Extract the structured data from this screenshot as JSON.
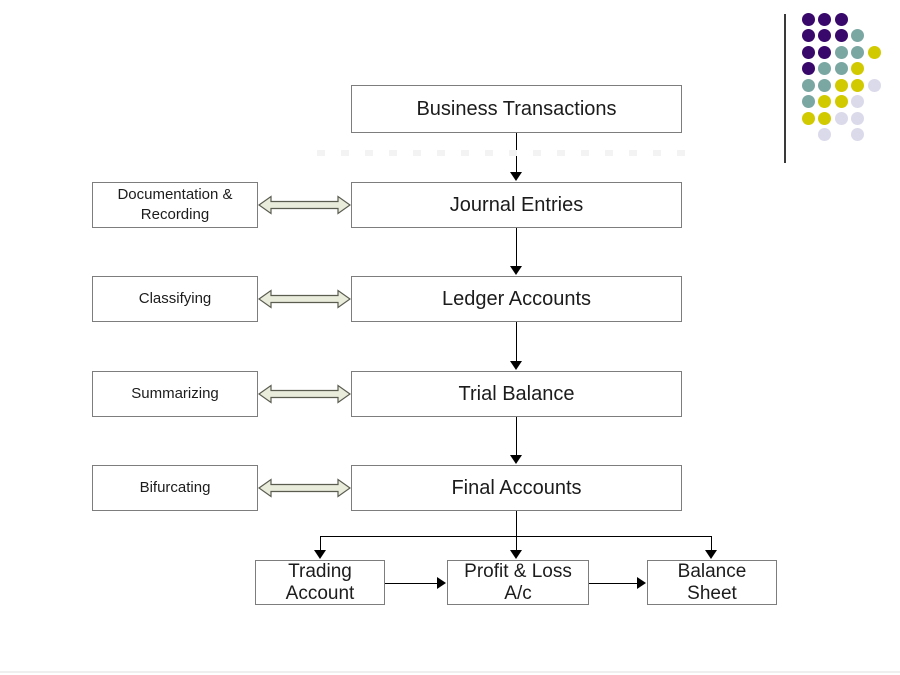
{
  "flow": {
    "main_boxes": [
      {
        "id": "business-transactions",
        "label": "Business Transactions"
      },
      {
        "id": "journal-entries",
        "label": "Journal Entries"
      },
      {
        "id": "ledger-accounts",
        "label": "Ledger Accounts"
      },
      {
        "id": "trial-balance",
        "label": "Trial Balance"
      },
      {
        "id": "final-accounts",
        "label": "Final Accounts"
      }
    ],
    "side_boxes": [
      {
        "id": "documentation-recording",
        "label": "Documentation &\nRecording"
      },
      {
        "id": "classifying",
        "label": "Classifying"
      },
      {
        "id": "summarizing",
        "label": "Summarizing"
      },
      {
        "id": "bifurcating",
        "label": "Bifurcating"
      }
    ],
    "bottom_boxes": [
      {
        "id": "trading-account",
        "label": "Trading\nAccount"
      },
      {
        "id": "profit-loss-ac",
        "label": "Profit & Loss\nA/c"
      },
      {
        "id": "balance-sheet",
        "label": "Balance\nSheet"
      }
    ]
  },
  "decoration": {
    "dot_pattern": [
      "PPP..",
      "PPPT.",
      "PPTTY",
      "PTTY.",
      "TTYYL",
      "TYYL.",
      "YYLL.",
      ".L.L."
    ],
    "dot_colors": {
      "P": "#38096B",
      "T": "#7BA7A3",
      "Y": "#D2CA00",
      "L": "#DADAEB"
    }
  },
  "colors": {
    "box_border": "#7D7D7D",
    "text": "#1C1C1C",
    "connector": "#000000",
    "double_arrow_fill": "#E9EBDB",
    "double_arrow_stroke": "#5A5C50",
    "divider_line": "#3A3A3A"
  }
}
